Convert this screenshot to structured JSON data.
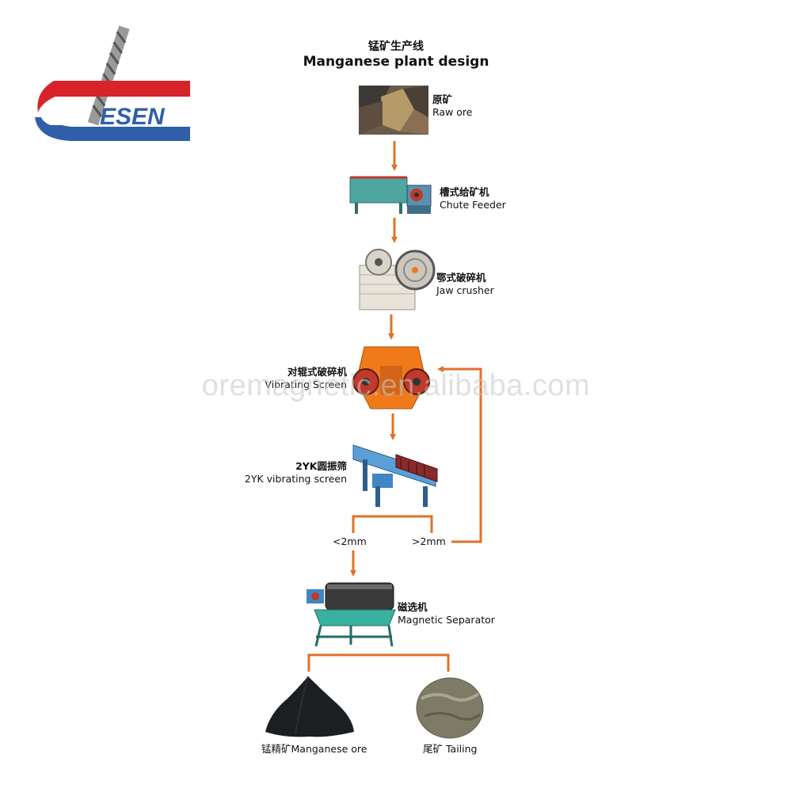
{
  "logo": {
    "text": "ESEN"
  },
  "title": {
    "cn": "锰矿生产线",
    "en": "Manganese plant design"
  },
  "steps": [
    {
      "cn": "原矿",
      "en": "Raw ore"
    },
    {
      "cn": "槽式给矿机",
      "en": "Chute Feeder"
    },
    {
      "cn": "鄂式破碎机",
      "en": "Jaw crusher"
    },
    {
      "cn": "对辊式破碎机",
      "en": "Vibrating Screen"
    },
    {
      "cn": "2YK圆振筛",
      "en": "2YK vibrating screen"
    },
    {
      "cn": "磁选机",
      "en": "Magnetic Separator"
    }
  ],
  "split": {
    "fine": "<2mm",
    "coarse": ">2mm"
  },
  "outputs": {
    "concentrate": "锰精矿Manganese ore",
    "tailing": "尾矿 Tailing"
  },
  "watermark": "oremagnetic.en.alibaba.com",
  "colors": {
    "arrow": "#e0702a",
    "logo_red": "#d8232a",
    "logo_blue": "#2f5fa8",
    "machine_orange": "#f07a1a",
    "machine_blue": "#3f86c4"
  }
}
